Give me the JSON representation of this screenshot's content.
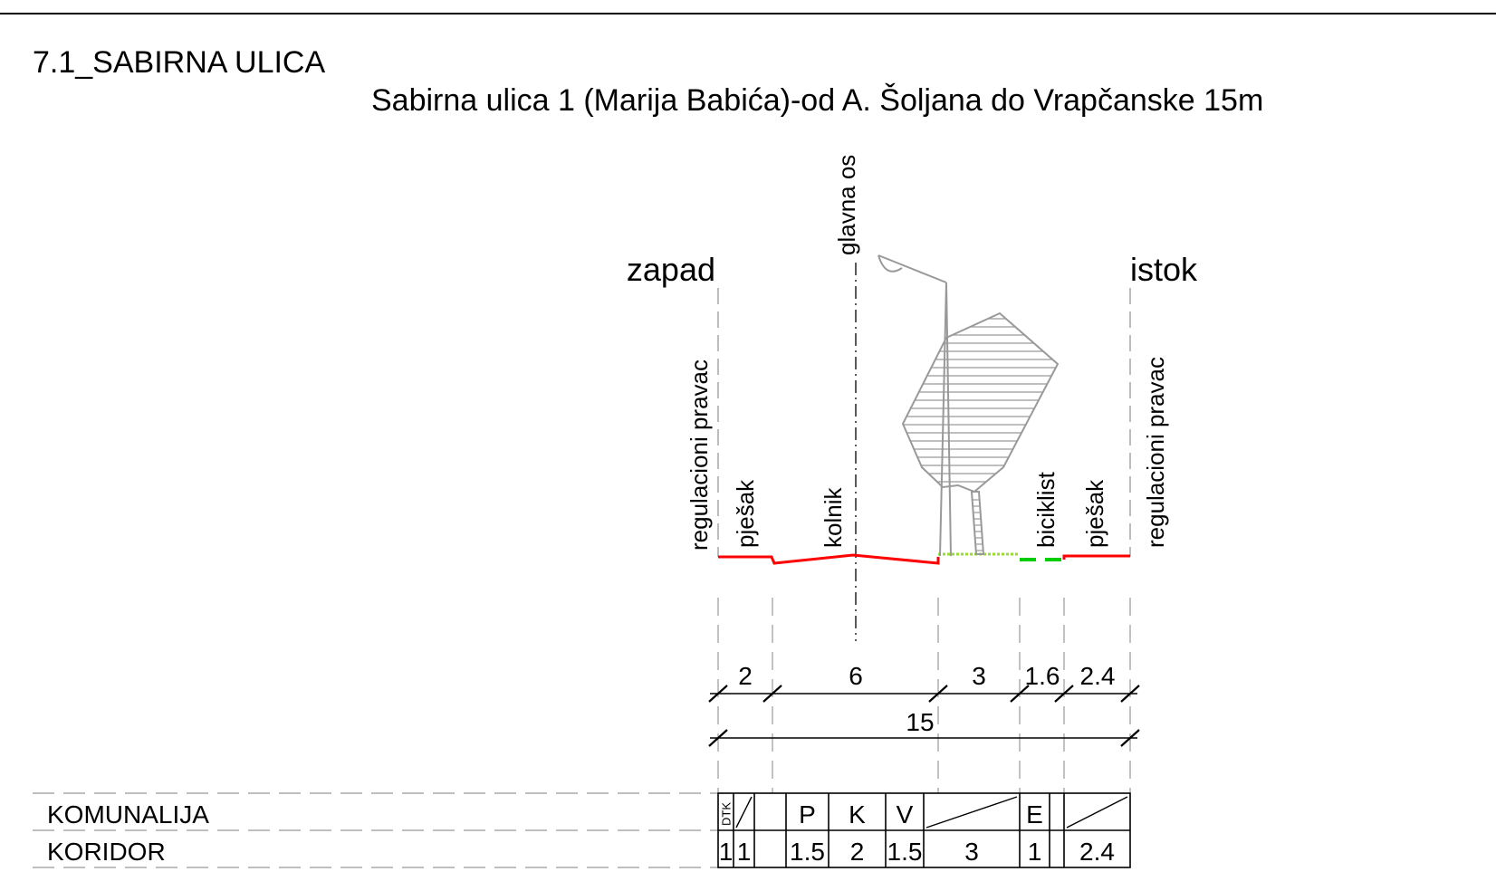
{
  "section_title": "7.1_SABIRNA ULICA",
  "street_title": "Sabirna ulica 1 (Marija Babića)-od A. Šoljana do Vrapčanske 15m",
  "axis_label": "glavna os",
  "direction_left": "zapad",
  "direction_right": "istok",
  "line_labels": {
    "regulation_left": "regulacioni pravac",
    "regulation_right": "regulacioni pravac"
  },
  "zone_labels": {
    "pedestrian_left": "pješak",
    "road": "kolnik",
    "cyclist": "biciklist",
    "pedestrian_right": "pješak"
  },
  "dimensions": {
    "segments": [
      "2",
      "6",
      "3",
      "1.6",
      "2.4"
    ],
    "total": "15"
  },
  "table": {
    "row1_label": "KOMUNALIJA",
    "row2_label": "KORIDOR",
    "utilities": [
      "DTK",
      "",
      "P",
      "K",
      "V",
      "",
      "E",
      ""
    ],
    "corridor": [
      "1",
      "1",
      "1.5",
      "2",
      "1.5",
      "3",
      "1",
      "2.4"
    ]
  },
  "colors": {
    "surface": "#ff0000",
    "bike_lane": "#00cc00",
    "grass": "#99dd33",
    "tree": "#999999",
    "lines": "#000000"
  }
}
